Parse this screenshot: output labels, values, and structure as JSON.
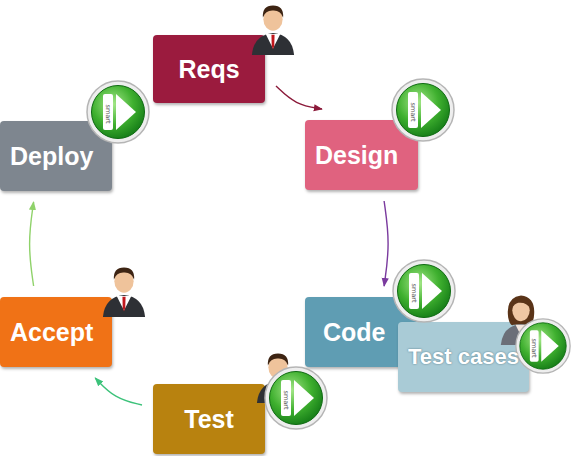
{
  "diagram": {
    "nodes": [
      {
        "text": [
          "Reqs"
        ]
      },
      {
        "text": [
          "Design"
        ]
      },
      {
        "text": [
          "Code"
        ]
      },
      {
        "text": [
          "Test cases"
        ]
      },
      {
        "text": [
          "Test"
        ]
      },
      {
        "text": [
          "Accept"
        ]
      },
      {
        "text": [
          "Deploy"
        ]
      }
    ],
    "edges": [
      {
        "from": 0,
        "to": 1,
        "arrow": "to"
      },
      {
        "from": 1,
        "to": 2,
        "arrow": "to"
      },
      {
        "from": 4,
        "to": 5,
        "arrow": "to"
      },
      {
        "from": 5,
        "to": 6,
        "arrow": "to"
      }
    ],
    "labels": [
      "smart",
      "smart",
      "smart",
      "smart",
      "smart"
    ]
  }
}
